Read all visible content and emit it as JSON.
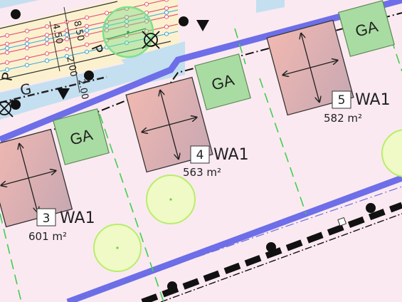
{
  "colors": {
    "background": "#fbe9f1",
    "street_fill": "#fcf1cf",
    "blue_strip": "#c4dff0",
    "boundary_blue": "#6d6ee8",
    "garage_fill": "#a9dca2",
    "garage_stroke": "#5a8a55",
    "house_gradient_start": "#f1b8b1",
    "house_gradient_end": "#c8a8b2",
    "tree_stroke": "#b8ee6a",
    "tree_fill": "#effac6",
    "tree_large": "#7ee08a",
    "dash_green": "#3fcf4f",
    "street_lines": "#e35d79",
    "street_cyan": "#3aa7d9"
  },
  "street": {
    "label_p_upper": "P",
    "label_p_lower": "P",
    "label_g": "G",
    "dim_450": "4.50",
    "dim_850": "8.50",
    "dim_200a": "2.00",
    "dim_200b": "2.00"
  },
  "garages": [
    {
      "label": "GA"
    },
    {
      "label": "GA"
    },
    {
      "label": "GA"
    }
  ],
  "lots": [
    {
      "number": "3",
      "zone": "WA1",
      "area": "601 m²"
    },
    {
      "number": "4",
      "zone": "WA1",
      "area": "563 m²"
    },
    {
      "number": "5",
      "zone": "WA1",
      "area": "582 m²"
    }
  ],
  "icons": [
    "survey-point-icon",
    "triangle-marker-icon",
    "crossed-circle-icon",
    "double-arrow-icon"
  ]
}
